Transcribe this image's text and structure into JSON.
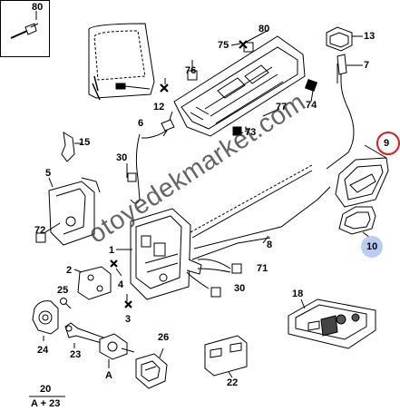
{
  "labels": {
    "p80_inset": "80",
    "p80": "80",
    "p75": "75",
    "p76": "76",
    "p77": "77",
    "p74": "74",
    "p73": "73",
    "p12": "12",
    "p6": "6",
    "p15": "15",
    "p5": "5",
    "p30a": "30",
    "p72": "72",
    "p1": "1",
    "p2": "2",
    "p4": "4",
    "p3": "3",
    "p25": "25",
    "p24": "24",
    "p23": "23",
    "pA": "A",
    "p26": "26",
    "p22": "22",
    "p20": "20",
    "p20b": "A + 23",
    "p8": "8",
    "p71": "71",
    "p30b": "30",
    "p18": "18",
    "p13": "13",
    "p7": "7",
    "p9": "9",
    "p10": "10"
  },
  "watermark": "otoyedekmarket.com",
  "colors": {
    "highlight_circle": "#e31a1a",
    "highlight_fill": "#b9cdf0",
    "line": "#000000"
  }
}
